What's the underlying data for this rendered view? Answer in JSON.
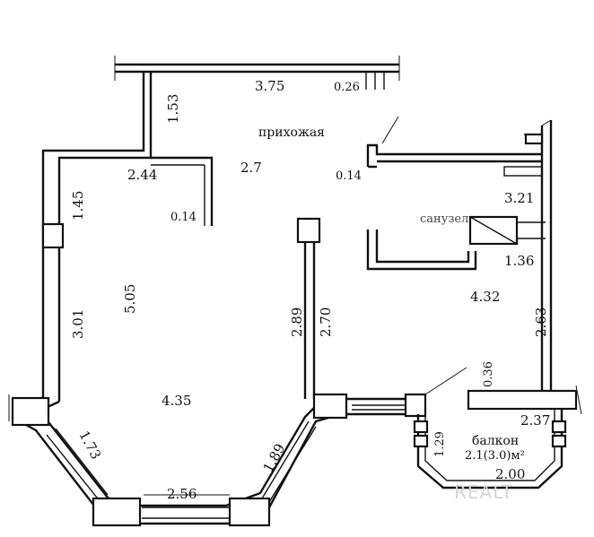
{
  "plan": {
    "dimensions": {
      "d375": "3.75",
      "d026": "0.26",
      "d153": "1.53",
      "d244": "2.44",
      "d27": "2.7",
      "d014a": "0.14",
      "d014b": "0.14",
      "d321": "3.21",
      "d145": "1.45",
      "d136": "1.36",
      "d301": "3.01",
      "d505": "5.05",
      "d289": "2.89",
      "d270": "2.70",
      "d432": "4.32",
      "d263": "2.63",
      "d036": "0.36",
      "d435": "4.35",
      "d237": "2.37",
      "d173": "1.73",
      "d189": "1.89",
      "d129": "1.29",
      "d256": "2.56",
      "d200": "2.00"
    },
    "rooms": {
      "hall": "прихожая",
      "bathroom": "санузел",
      "balcony": "балкон",
      "balcony_area": "2.1(3.0)м²"
    },
    "watermark": "REALT"
  }
}
